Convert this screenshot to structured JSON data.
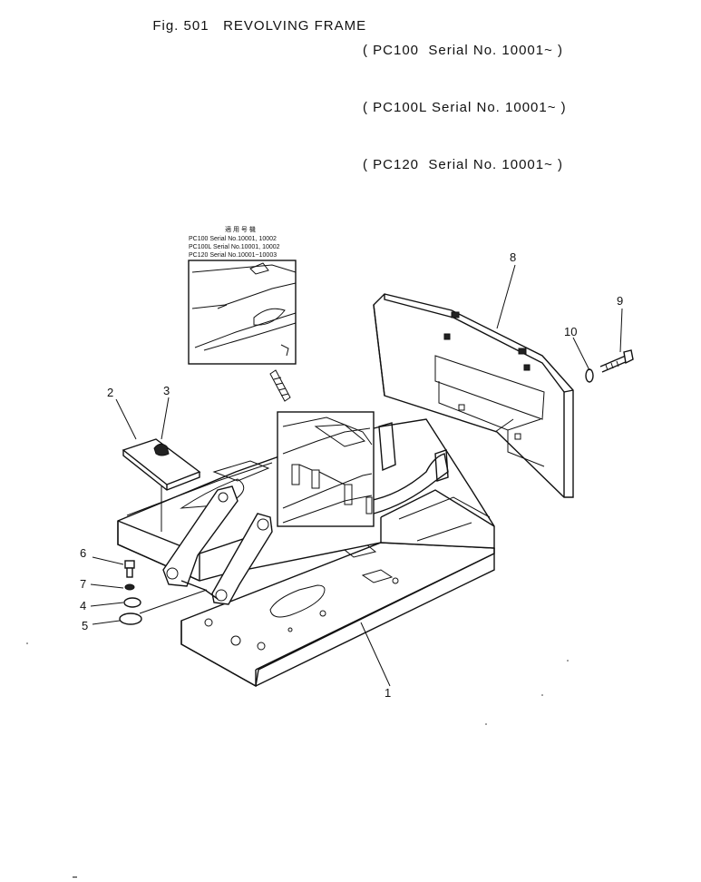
{
  "header": {
    "fig_label": "Fig. 501",
    "title": "REVOLVING FRAME",
    "models": [
      "( PC100  Serial No. 10001~ )",
      "( PC100L Serial No. 10001~ )",
      "( PC120  Serial No. 10001~ )"
    ]
  },
  "inset": {
    "heading": "適 用 号 機",
    "rows": [
      "PC100    Serial No.10001, 10002",
      "PC100L   Serial No.10001, 10002",
      "PC120    Serial No.10001~10003"
    ]
  },
  "callouts": [
    {
      "number": "1",
      "part": "revolving-frame"
    },
    {
      "number": "2",
      "part": "cover"
    },
    {
      "number": "3",
      "part": "handle"
    },
    {
      "number": "4",
      "part": "washer"
    },
    {
      "number": "5",
      "part": "shim"
    },
    {
      "number": "6",
      "part": "bolt"
    },
    {
      "number": "7",
      "part": "lock-washer"
    },
    {
      "number": "8",
      "part": "counterweight-panel"
    },
    {
      "number": "9",
      "part": "bolt"
    },
    {
      "number": "10",
      "part": "washer"
    }
  ]
}
